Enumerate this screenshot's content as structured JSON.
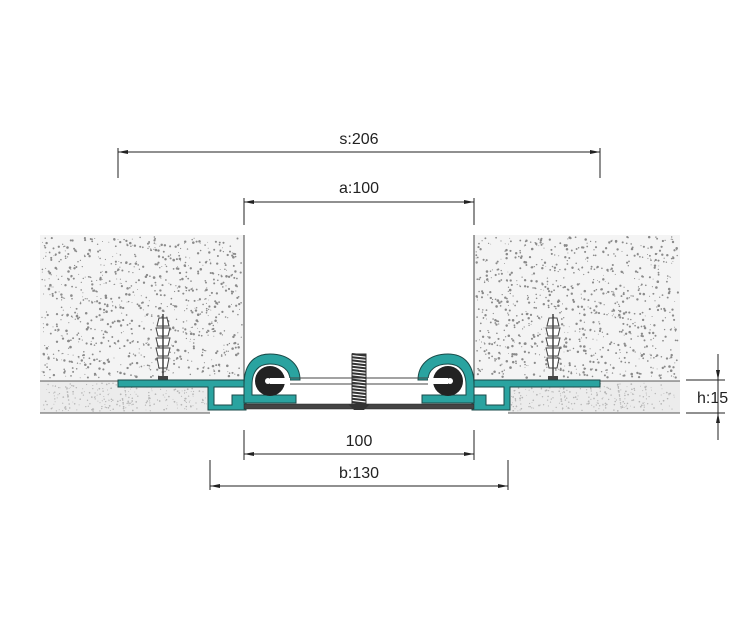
{
  "dimensions": {
    "s": "s:206",
    "a": "a:100",
    "inner": "100",
    "b": "b:130",
    "h": "h:15"
  },
  "colors": {
    "profile": "#2aa3a0",
    "profile_stroke": "#1a4a48",
    "seal": "#222222",
    "screed": "#ececec",
    "speckle": "#8a8a8a",
    "bolt": "#333333"
  }
}
